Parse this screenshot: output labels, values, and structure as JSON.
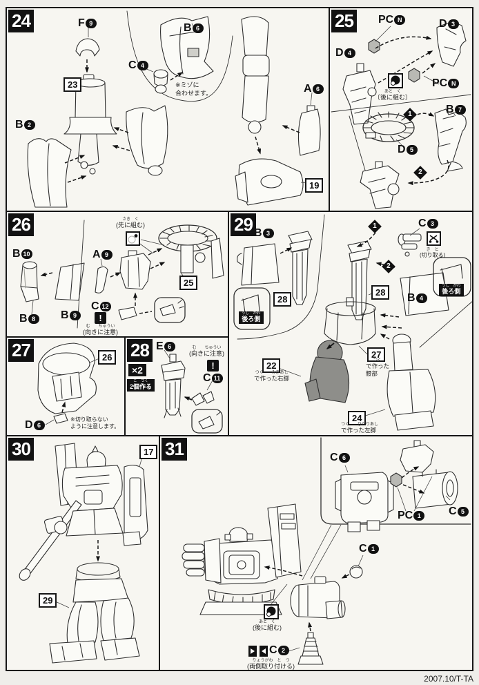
{
  "page": {
    "footer": "2007.10/T-TA"
  },
  "p24": {
    "step": "24",
    "parts": {
      "f9": {
        "l": "F",
        "n": "9"
      },
      "b6": {
        "l": "B",
        "n": "6"
      },
      "c4": {
        "l": "C",
        "n": "4"
      },
      "b2": {
        "l": "B",
        "n": "2"
      },
      "a6": {
        "l": "A",
        "n": "6"
      }
    },
    "refs": {
      "r23": "23",
      "r19": "19"
    },
    "note_groove": {
      "line1": "※ミゾに",
      "line2": "合わせます。"
    }
  },
  "p25": {
    "step": "25",
    "parts": {
      "pcn_a": {
        "l": "PC",
        "n": "N"
      },
      "d3": {
        "l": "D",
        "n": "3"
      },
      "d4": {
        "l": "D",
        "n": "4"
      },
      "pcn_b": {
        "l": "PC",
        "n": "N"
      },
      "b7": {
        "l": "B",
        "n": "7"
      },
      "d5": {
        "l": "D",
        "n": "5"
      }
    },
    "order": {
      "s1": "1",
      "s2": "2"
    },
    "note_later": {
      "ruby": "あと　く",
      "text": "〔後に組む〕"
    }
  },
  "p26": {
    "step": "26",
    "parts": {
      "b10": {
        "l": "B",
        "n": "10"
      },
      "b8": {
        "l": "B",
        "n": "8"
      },
      "b9": {
        "l": "B",
        "n": "9"
      },
      "a9": {
        "l": "A",
        "n": "9"
      },
      "c12": {
        "l": "C",
        "n": "12"
      }
    },
    "refs": {
      "r25": "25"
    },
    "note_first": {
      "ruby": "さき　く",
      "text": "(先に組む)"
    },
    "note_dir": {
      "ruby": "む　　ちゅうい",
      "text": "(向きに注意)"
    },
    "warn": "!"
  },
  "p27": {
    "step": "27",
    "parts": {
      "d6": {
        "l": "D",
        "n": "6"
      }
    },
    "refs": {
      "r26": "26"
    },
    "note_nocut": {
      "line1": "※切り取らない",
      "line2": "ように注意します。"
    }
  },
  "p28": {
    "step": "28",
    "x2": "×2",
    "make2": {
      "ruby": "こ　つく",
      "text": "2個作る"
    },
    "parts": {
      "e6": {
        "l": "E",
        "n": "6"
      },
      "c11": {
        "l": "C",
        "n": "11"
      }
    },
    "note_dir": {
      "ruby": "む　　ちゅうい",
      "text": "(向きに注意)"
    },
    "warn": "!"
  },
  "p29": {
    "step": "29",
    "parts": {
      "b3": {
        "l": "B",
        "n": "3"
      },
      "c3": {
        "l": "C",
        "n": "3"
      },
      "b4": {
        "l": "B",
        "n": "4"
      }
    },
    "refs": {
      "r28": "28",
      "r22": "22",
      "r27": "27",
      "r24": "24"
    },
    "order": {
      "s1": "1",
      "s2": "2"
    },
    "note_cut": {
      "ruby": "き　と",
      "text": "(切り取る)"
    },
    "badge_rear": {
      "ruby": "うし　がわ",
      "text": "後ろ側"
    },
    "made_right": {
      "ruby": "つく　　みぎあし",
      "text": "で作った右脚"
    },
    "made_waist": {
      "ruby": "つく",
      "line1": "で作った",
      "line2": "腰部"
    },
    "made_left": {
      "ruby": "つく　　ひだりあし",
      "text": "で作った左脚"
    }
  },
  "p30": {
    "step": "30",
    "refs": {
      "r17": "17",
      "r29": "29"
    }
  },
  "p31": {
    "step": "31",
    "parts": {
      "c6": {
        "l": "C",
        "n": "6"
      },
      "c5": {
        "l": "C",
        "n": "5"
      },
      "pc1": {
        "l": "PC",
        "n": "1"
      },
      "c1": {
        "l": "C",
        "n": "1"
      },
      "c2": {
        "l": "C",
        "n": "2"
      }
    },
    "note_later": {
      "ruby": "あと　く",
      "text": "(後に組む)"
    },
    "note_both": {
      "ruby": "りょうがわ　と　つ",
      "text": "(両側取り付ける)"
    }
  }
}
